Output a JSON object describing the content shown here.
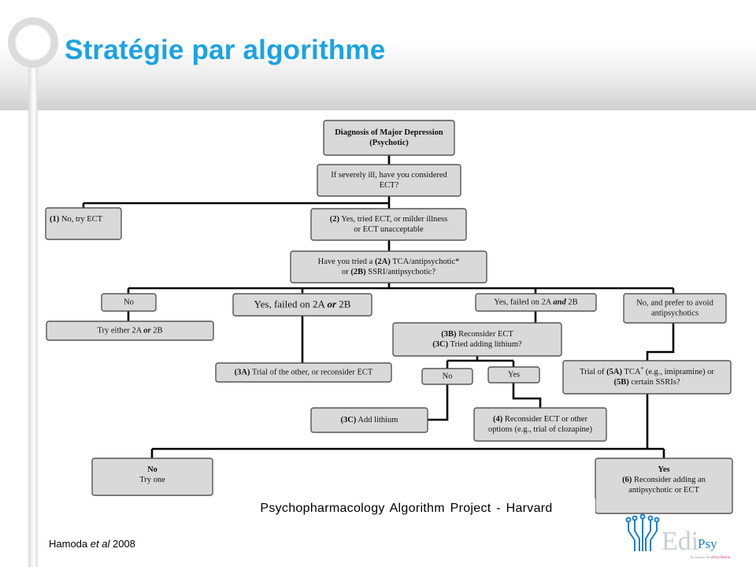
{
  "slide": {
    "title": "Stratégie par algorithme",
    "caption": "Psychopharmacology Algorithm  Project - Harvard",
    "citation": {
      "author": "Hamoda",
      "etal": "et al",
      "year": "2008"
    }
  },
  "logo": {
    "text_main": "Edi",
    "text_accent": "Psy",
    "tagline_left": "Au service de la",
    "tagline_right": "Psychiatrie"
  },
  "colors": {
    "title": "#1ba3e3",
    "box_fill": "#d9d9d9",
    "box_stroke": "#555555",
    "logo_blue": "#1a7fd0",
    "logo_pink": "#e0368c"
  },
  "diagram": {
    "nodes": {
      "diagnosis": {
        "lines": [
          [
            {
              "t": "Diagnosis of Major Depression",
              "b": true
            }
          ],
          [
            {
              "t": "(Psychotic)",
              "b": true
            }
          ]
        ]
      },
      "severely_ill": {
        "lines": [
          [
            {
              "t": "If severely ill, have you considered"
            }
          ],
          [
            {
              "t": "ECT?"
            }
          ]
        ]
      },
      "no_try_ect": {
        "lines": [
          [
            {
              "t": "(1)",
              "b": true
            },
            {
              "t": " No, try ECT"
            }
          ]
        ]
      },
      "yes_tried_ect": {
        "lines": [
          [
            {
              "t": "(2)",
              "b": true
            },
            {
              "t": " Yes, tried ECT, or milder illness"
            }
          ],
          [
            {
              "t": "or ECT unacceptable"
            }
          ]
        ]
      },
      "have_you_tried": {
        "lines": [
          [
            {
              "t": "Have you tried a "
            },
            {
              "t": "(2A)",
              "b": true
            },
            {
              "t": " TCA/antipsychotic*"
            }
          ],
          [
            {
              "t": "or "
            },
            {
              "t": "(2B)",
              "b": true
            },
            {
              "t": " SSRI/antipsychotic?"
            }
          ]
        ]
      },
      "no_1": {
        "lines": [
          [
            {
              "t": "No"
            }
          ]
        ]
      },
      "try_either": {
        "lines": [
          [
            {
              "t": "Try either 2A "
            },
            {
              "t": "or",
              "b": true,
              "i": true
            },
            {
              "t": " 2B"
            }
          ]
        ]
      },
      "yes_failed_or": {
        "lines": [
          [
            {
              "t": "Yes, failed on 2A "
            },
            {
              "t": "or",
              "b": true,
              "i": true
            },
            {
              "t": " 2B"
            }
          ]
        ]
      },
      "trial_other": {
        "lines": [
          [
            {
              "t": "(3A)",
              "b": true
            },
            {
              "t": " Trial of the other, or reconsider ECT"
            }
          ]
        ]
      },
      "yes_failed_and": {
        "lines": [
          [
            {
              "t": "Yes, failed on 2A "
            },
            {
              "t": "and",
              "b": true,
              "i": true
            },
            {
              "t": " 2B"
            }
          ]
        ]
      },
      "reconsider_ect": {
        "lines": [
          [
            {
              "t": "(3B)",
              "b": true
            },
            {
              "t": " Reconsider ECT"
            }
          ],
          [
            {
              "t": "(3C)",
              "b": true
            },
            {
              "t": " Tried adding lithium?"
            }
          ]
        ]
      },
      "no_2": {
        "lines": [
          [
            {
              "t": "No"
            }
          ]
        ]
      },
      "yes_1": {
        "lines": [
          [
            {
              "t": "Yes"
            }
          ]
        ]
      },
      "add_lithium": {
        "lines": [
          [
            {
              "t": "(3C)",
              "b": true
            },
            {
              "t": " Add lithium"
            }
          ]
        ]
      },
      "reconsider_other": {
        "lines": [
          [
            {
              "t": "(4)",
              "b": true
            },
            {
              "t": " Reconsider ECT or other"
            }
          ],
          [
            {
              "t": "options (e.g., trial of clozapine)"
            }
          ]
        ]
      },
      "no_prefer_avoid": {
        "lines": [
          [
            {
              "t": "No, and prefer to avoid"
            }
          ],
          [
            {
              "t": "antipsychotics"
            }
          ]
        ]
      },
      "trial_5a": {
        "lines": [
          [
            {
              "t": "Trial of "
            },
            {
              "t": "(5A)",
              "b": true
            },
            {
              "t": " TCA"
            },
            {
              "t": "*",
              "sup": true
            },
            {
              "t": " (e.g., imipramine) or"
            }
          ],
          [
            {
              "t": "(5B)",
              "b": true
            },
            {
              "t": " certain SSRIs?"
            }
          ]
        ]
      },
      "no_try_one": {
        "lines": [
          [
            {
              "t": "No",
              "b": true
            }
          ],
          [
            {
              "t": "Try one"
            }
          ]
        ]
      },
      "yes_reconsider": {
        "lines": [
          [
            {
              "t": "Yes",
              "b": true
            }
          ],
          [
            {
              "t": "(6)",
              "b": true
            },
            {
              "t": " Reconsider adding an"
            }
          ],
          [
            {
              "t": "antipsychotic or ECT"
            }
          ]
        ]
      }
    }
  }
}
